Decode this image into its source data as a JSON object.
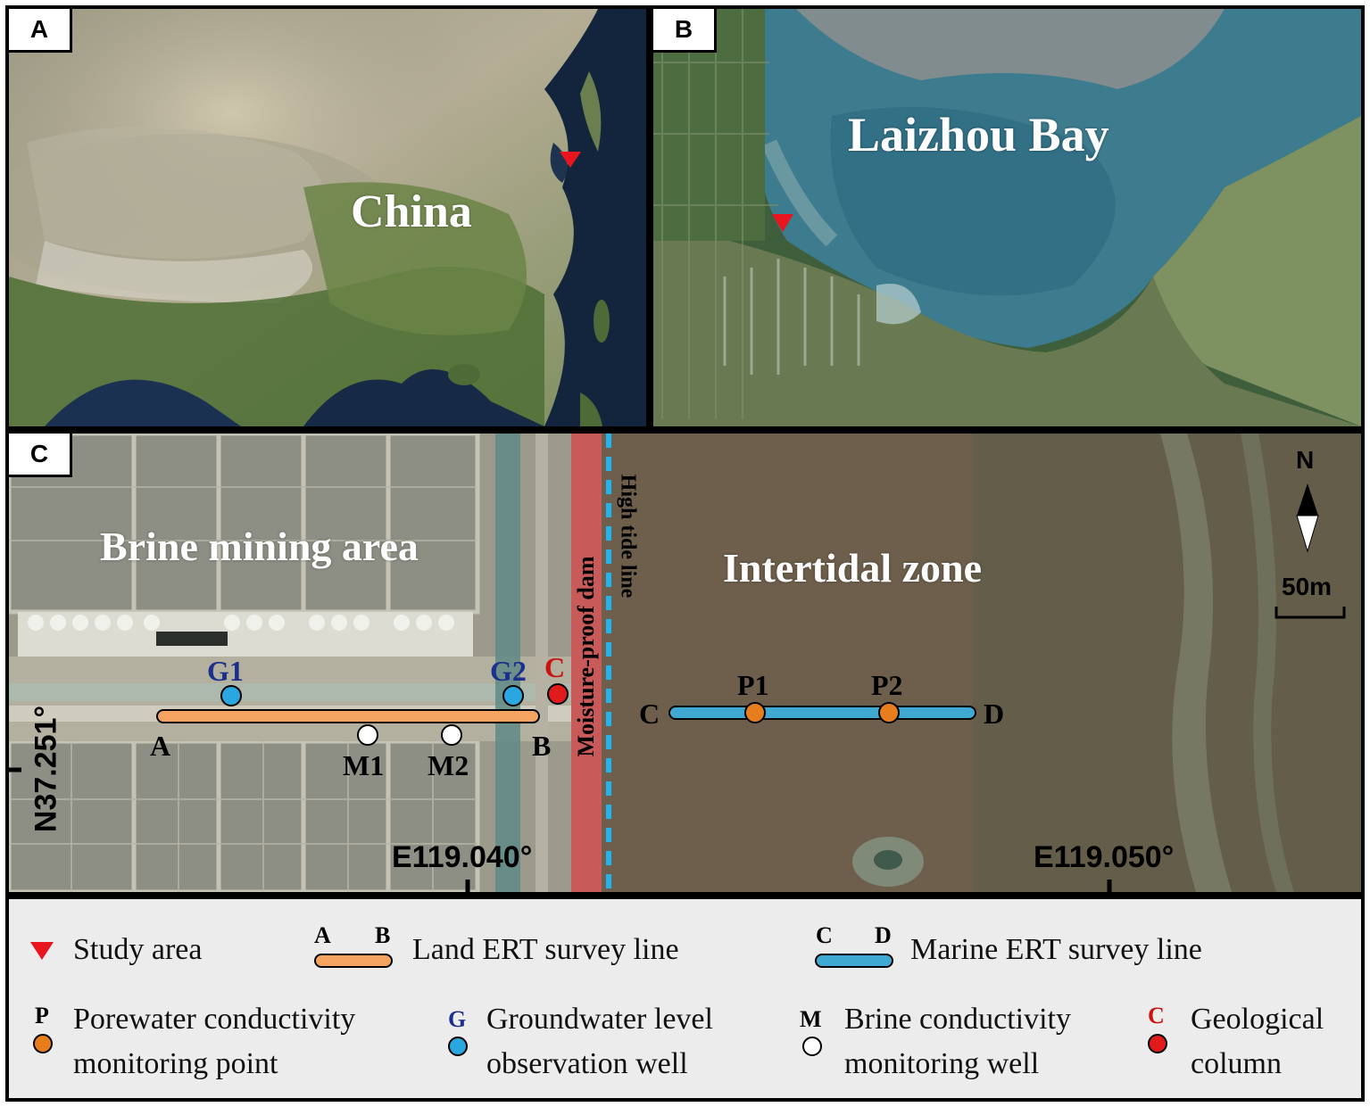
{
  "panels": {
    "a": {
      "letter": "A",
      "country_label": "China"
    },
    "b": {
      "letter": "B",
      "bay_label": "Laizhou Bay"
    },
    "c": {
      "letter": "C",
      "brine_area_label": "Brine mining area",
      "intertidal_label": "Intertidal zone",
      "dam_label": "Moisture-proof dam",
      "tide_label": "High tide line",
      "north_label": "N",
      "scale_label": "50m",
      "lat_label": "N37.251°",
      "lon_label_1": "E119.040°",
      "lon_label_2": "E119.050°",
      "line_ab": {
        "start": "A",
        "end": "B"
      },
      "line_cd": {
        "start": "C",
        "end": "D"
      },
      "points": {
        "g1": "G1",
        "g2": "G2",
        "c": "C",
        "m1": "M1",
        "m2": "M2",
        "p1": "P1",
        "p2": "P2"
      }
    }
  },
  "legend": {
    "study_area": "Study area",
    "land_line_a": "A",
    "land_line_b": "B",
    "land_line": "Land ERT survey line",
    "marine_line_c": "C",
    "marine_line_d": "D",
    "marine_line": "Marine ERT survey line",
    "porewater_letter": "P",
    "porewater_1": "Porewater conductivity",
    "porewater_2": "monitoring point",
    "groundwater_letter": "G",
    "groundwater_1": "Groundwater level",
    "groundwater_2": "observation well",
    "brine_letter": "M",
    "brine_1": "Brine conductivity",
    "brine_2": "monitoring well",
    "geo_letter": "C",
    "geo_1": "Geological",
    "geo_2": "column"
  },
  "colors": {
    "study_marker": "#e8141e",
    "land_line": "#f4a460",
    "marine_line": "#3fa9d1",
    "porewater": "#e87d1e",
    "groundwater": "#2aa6e0",
    "brine": "#ffffff",
    "geo": "#e11b1b",
    "dam": "#c85a5a",
    "tide": "#22b4ee",
    "label_blue": "#1b2f8c",
    "label_red": "#cc1111"
  }
}
